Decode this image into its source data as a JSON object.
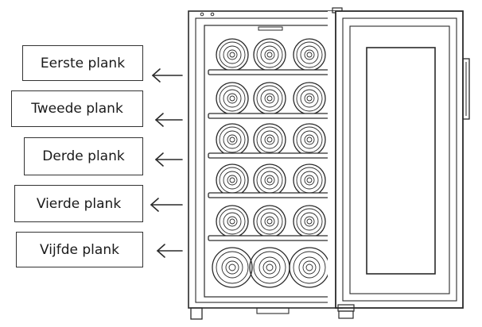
{
  "labels": {
    "shelf_1": "Eerste plank",
    "shelf_2": "Tweede plank",
    "shelf_3": "Derde plank",
    "shelf_4": "Vierde plank",
    "shelf_5": "Vijfde plank"
  },
  "cabinet": {
    "bottle_rows": 6,
    "bottles_per_row": 3,
    "shelf_count": 5
  },
  "colors": {
    "line": "#2a2a2a",
    "box_border": "#333333",
    "text": "#1a1a1a"
  }
}
